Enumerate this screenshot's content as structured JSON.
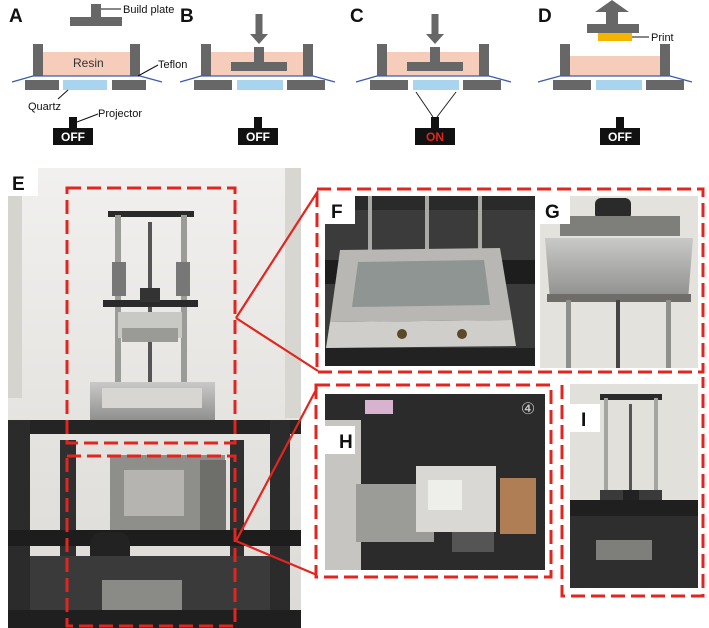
{
  "panels": {
    "a": "A",
    "b": "B",
    "c": "C",
    "d": "D",
    "e": "E",
    "f": "F",
    "g": "G",
    "h": "H",
    "i": "I"
  },
  "callouts": {
    "build_plate": "Build plate",
    "resin": "Resin",
    "teflon": "Teflon",
    "quartz": "Quartz",
    "projector": "Projector",
    "print": "Print"
  },
  "projector_states": {
    "a": "OFF",
    "b": "OFF",
    "c": "ON",
    "d": "OFF"
  },
  "photo_h_mark": "④",
  "colors": {
    "resin": "#f6cdbb",
    "quartz": "#a9d4ef",
    "frame": "#676767",
    "teflon": "#3a5cad",
    "print": "#f4b400",
    "on_text": "#e0261f",
    "off_text": "#ffffff",
    "dash_red": "#e0261f",
    "wall": "#ecebe7"
  }
}
